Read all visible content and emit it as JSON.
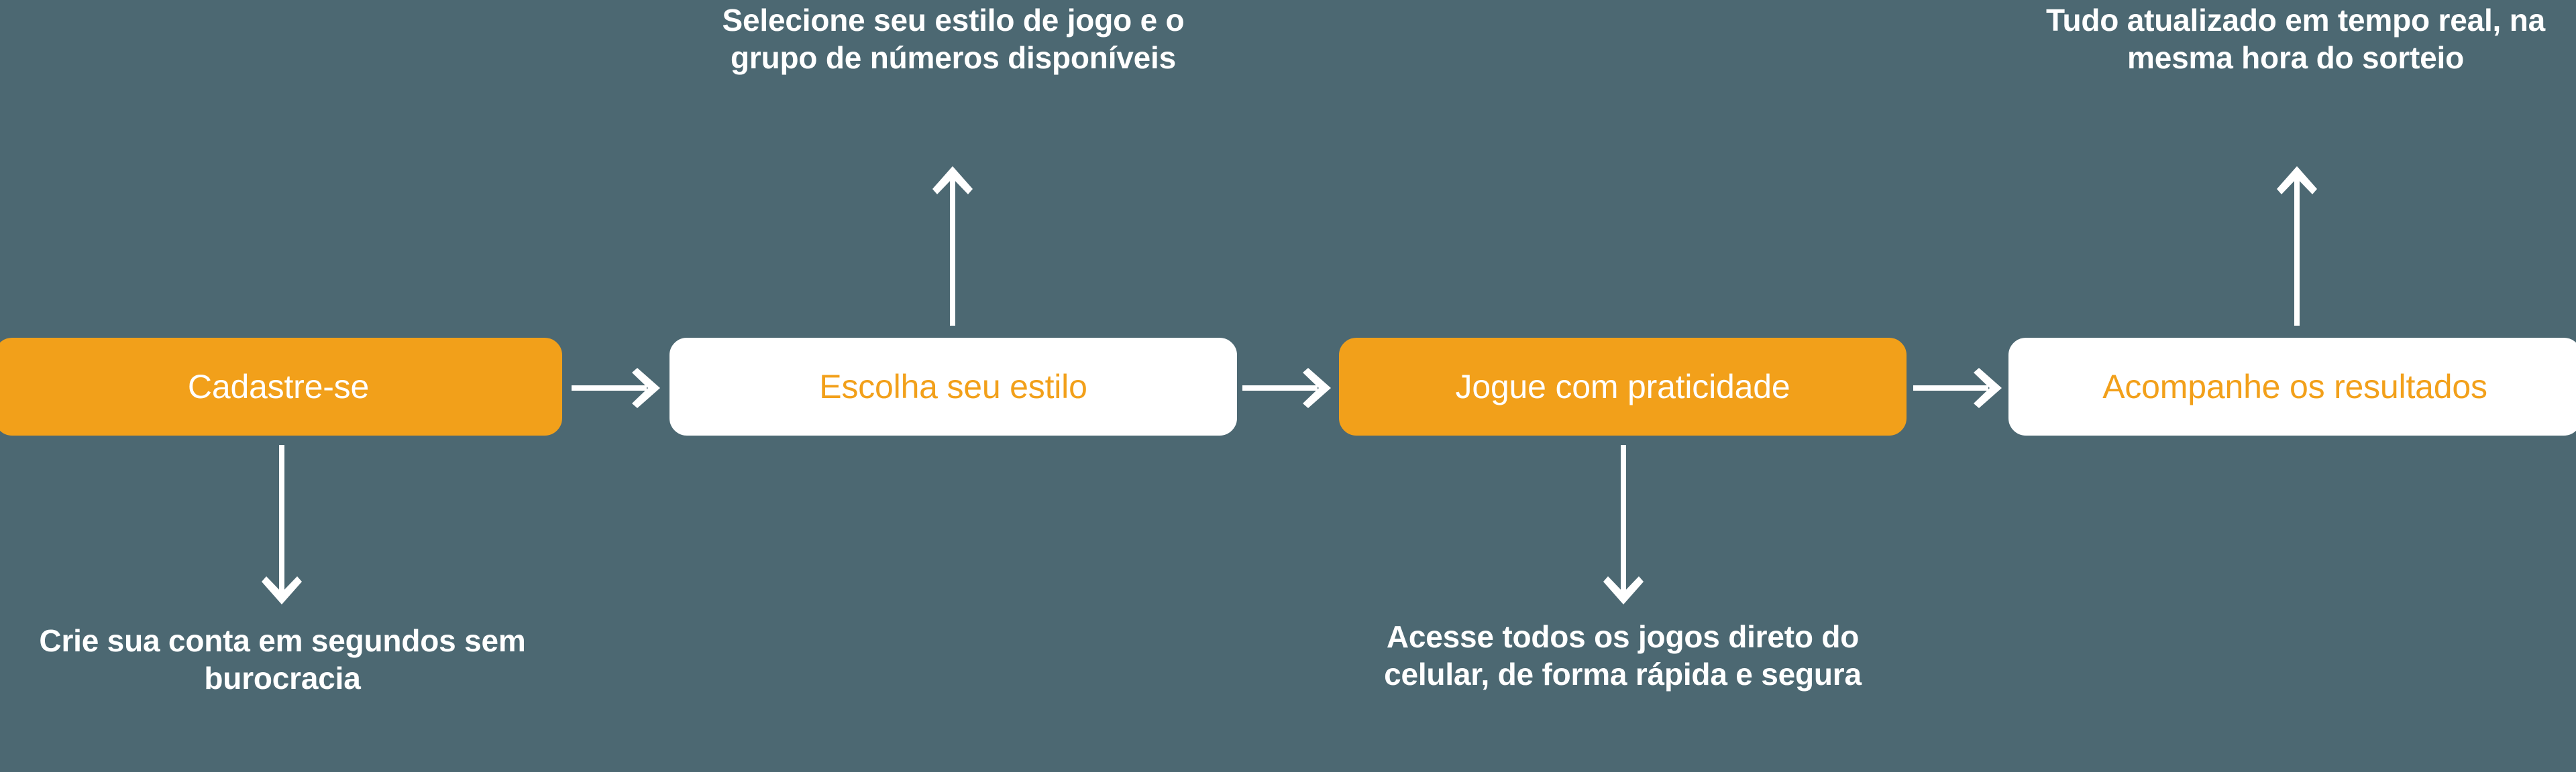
{
  "theme": {
    "background": "#4c6872",
    "accent_orange": "#f2a01a",
    "white": "#ffffff"
  },
  "flow": {
    "steps": [
      {
        "id": "cadastre-se",
        "label": "Cadastre-se",
        "style": "filled",
        "caption": "Crie sua conta em segundos sem burocracia",
        "caption_position": "bottom",
        "arrow": "down"
      },
      {
        "id": "escolha-seu-estilo",
        "label": "Escolha seu estilo",
        "style": "outline",
        "caption": "Selecione seu estilo de jogo e o grupo de números disponíveis",
        "caption_position": "top",
        "arrow": "up"
      },
      {
        "id": "jogue-com-praticidade",
        "label": "Jogue com praticidade",
        "style": "filled",
        "caption": "Acesse todos os jogos direto do celular, de forma rápida e segura",
        "caption_position": "bottom",
        "arrow": "down"
      },
      {
        "id": "acompanhe-os-resultados",
        "label": "Acompanhe os resultados",
        "style": "outline",
        "caption": "Tudo atualizado em tempo real, na mesma hora do sorteio",
        "caption_position": "top",
        "arrow": "up"
      }
    ],
    "connectors": [
      {
        "id": "connector-1-2",
        "icon": "arrow-right-icon"
      },
      {
        "id": "connector-2-3",
        "icon": "arrow-right-icon"
      },
      {
        "id": "connector-3-4",
        "icon": "arrow-right-icon"
      }
    ]
  }
}
